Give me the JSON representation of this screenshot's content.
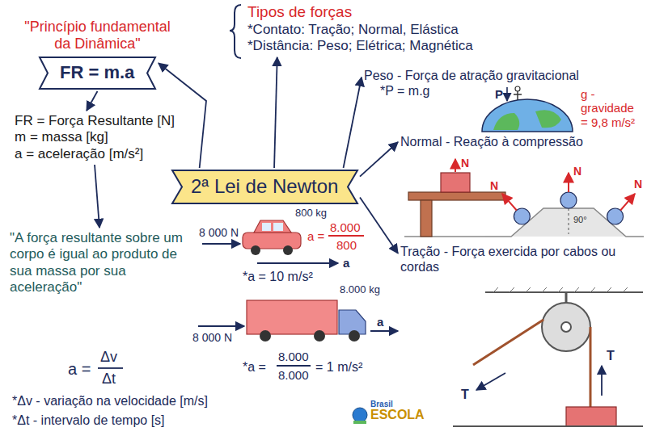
{
  "diagram": {
    "nodes": [
      {
        "text": [
          "\"Princípio fundamental da Dinâmica\"",
          "FR = m.a"
        ]
      },
      {
        "text": [
          "FR = Força Resultante [N]",
          "m = massa [kg]",
          "a = aceleração [m/s²]"
        ]
      },
      {
        "text": [
          "\"A força resultante sobre um corpo é igual ao produto de sua massa por sua aceleração\""
        ]
      },
      {
        "text": [
          "2ª Lei de Newton"
        ]
      },
      {
        "text": [
          "Tipos de forças",
          "*Contato: Tração; Normal, Elástica",
          "*Distância: Peso; Elétrica; Magnética"
        ]
      },
      {
        "text": [
          "Peso - Força de atração gravitacional",
          "*P = m.g"
        ]
      },
      {
        "text": [
          "Normal - Reação à compressão"
        ]
      },
      {
        "text": [
          "Tração - Força exercida por cabos ou cordas"
        ]
      }
    ],
    "edges": [
      {
        "from": 3,
        "to": 0,
        "arrow": "to"
      },
      {
        "from": 0,
        "to": 1,
        "arrow": "to"
      },
      {
        "from": 1,
        "to": 2,
        "arrow": "to"
      },
      {
        "from": 3,
        "to": 4,
        "arrow": "to"
      },
      {
        "from": 3,
        "to": 5,
        "arrow": "to"
      },
      {
        "from": 3,
        "to": 6,
        "arrow": "to"
      },
      {
        "from": 3,
        "to": 7,
        "arrow": "to"
      }
    ],
    "labels": [
      "g - gravidade = 9,8 m/s²",
      "P",
      "N",
      "N",
      "N",
      "N",
      "90°",
      "800 kg",
      "8 000 N",
      "a =",
      "8.000",
      "800",
      "a",
      "*a = 10 m/s²",
      "8.000 kg",
      "8 000 N",
      "a",
      "*a =",
      "8.000",
      "8.000",
      "= 1 m/s²",
      "T",
      "T",
      "a =",
      "Δv",
      "Δt",
      "*Δv - variação na velocidade [m/s]",
      "*Δt - intervalo de tempo [s]",
      "Brasil",
      "ESCOLA"
    ]
  }
}
